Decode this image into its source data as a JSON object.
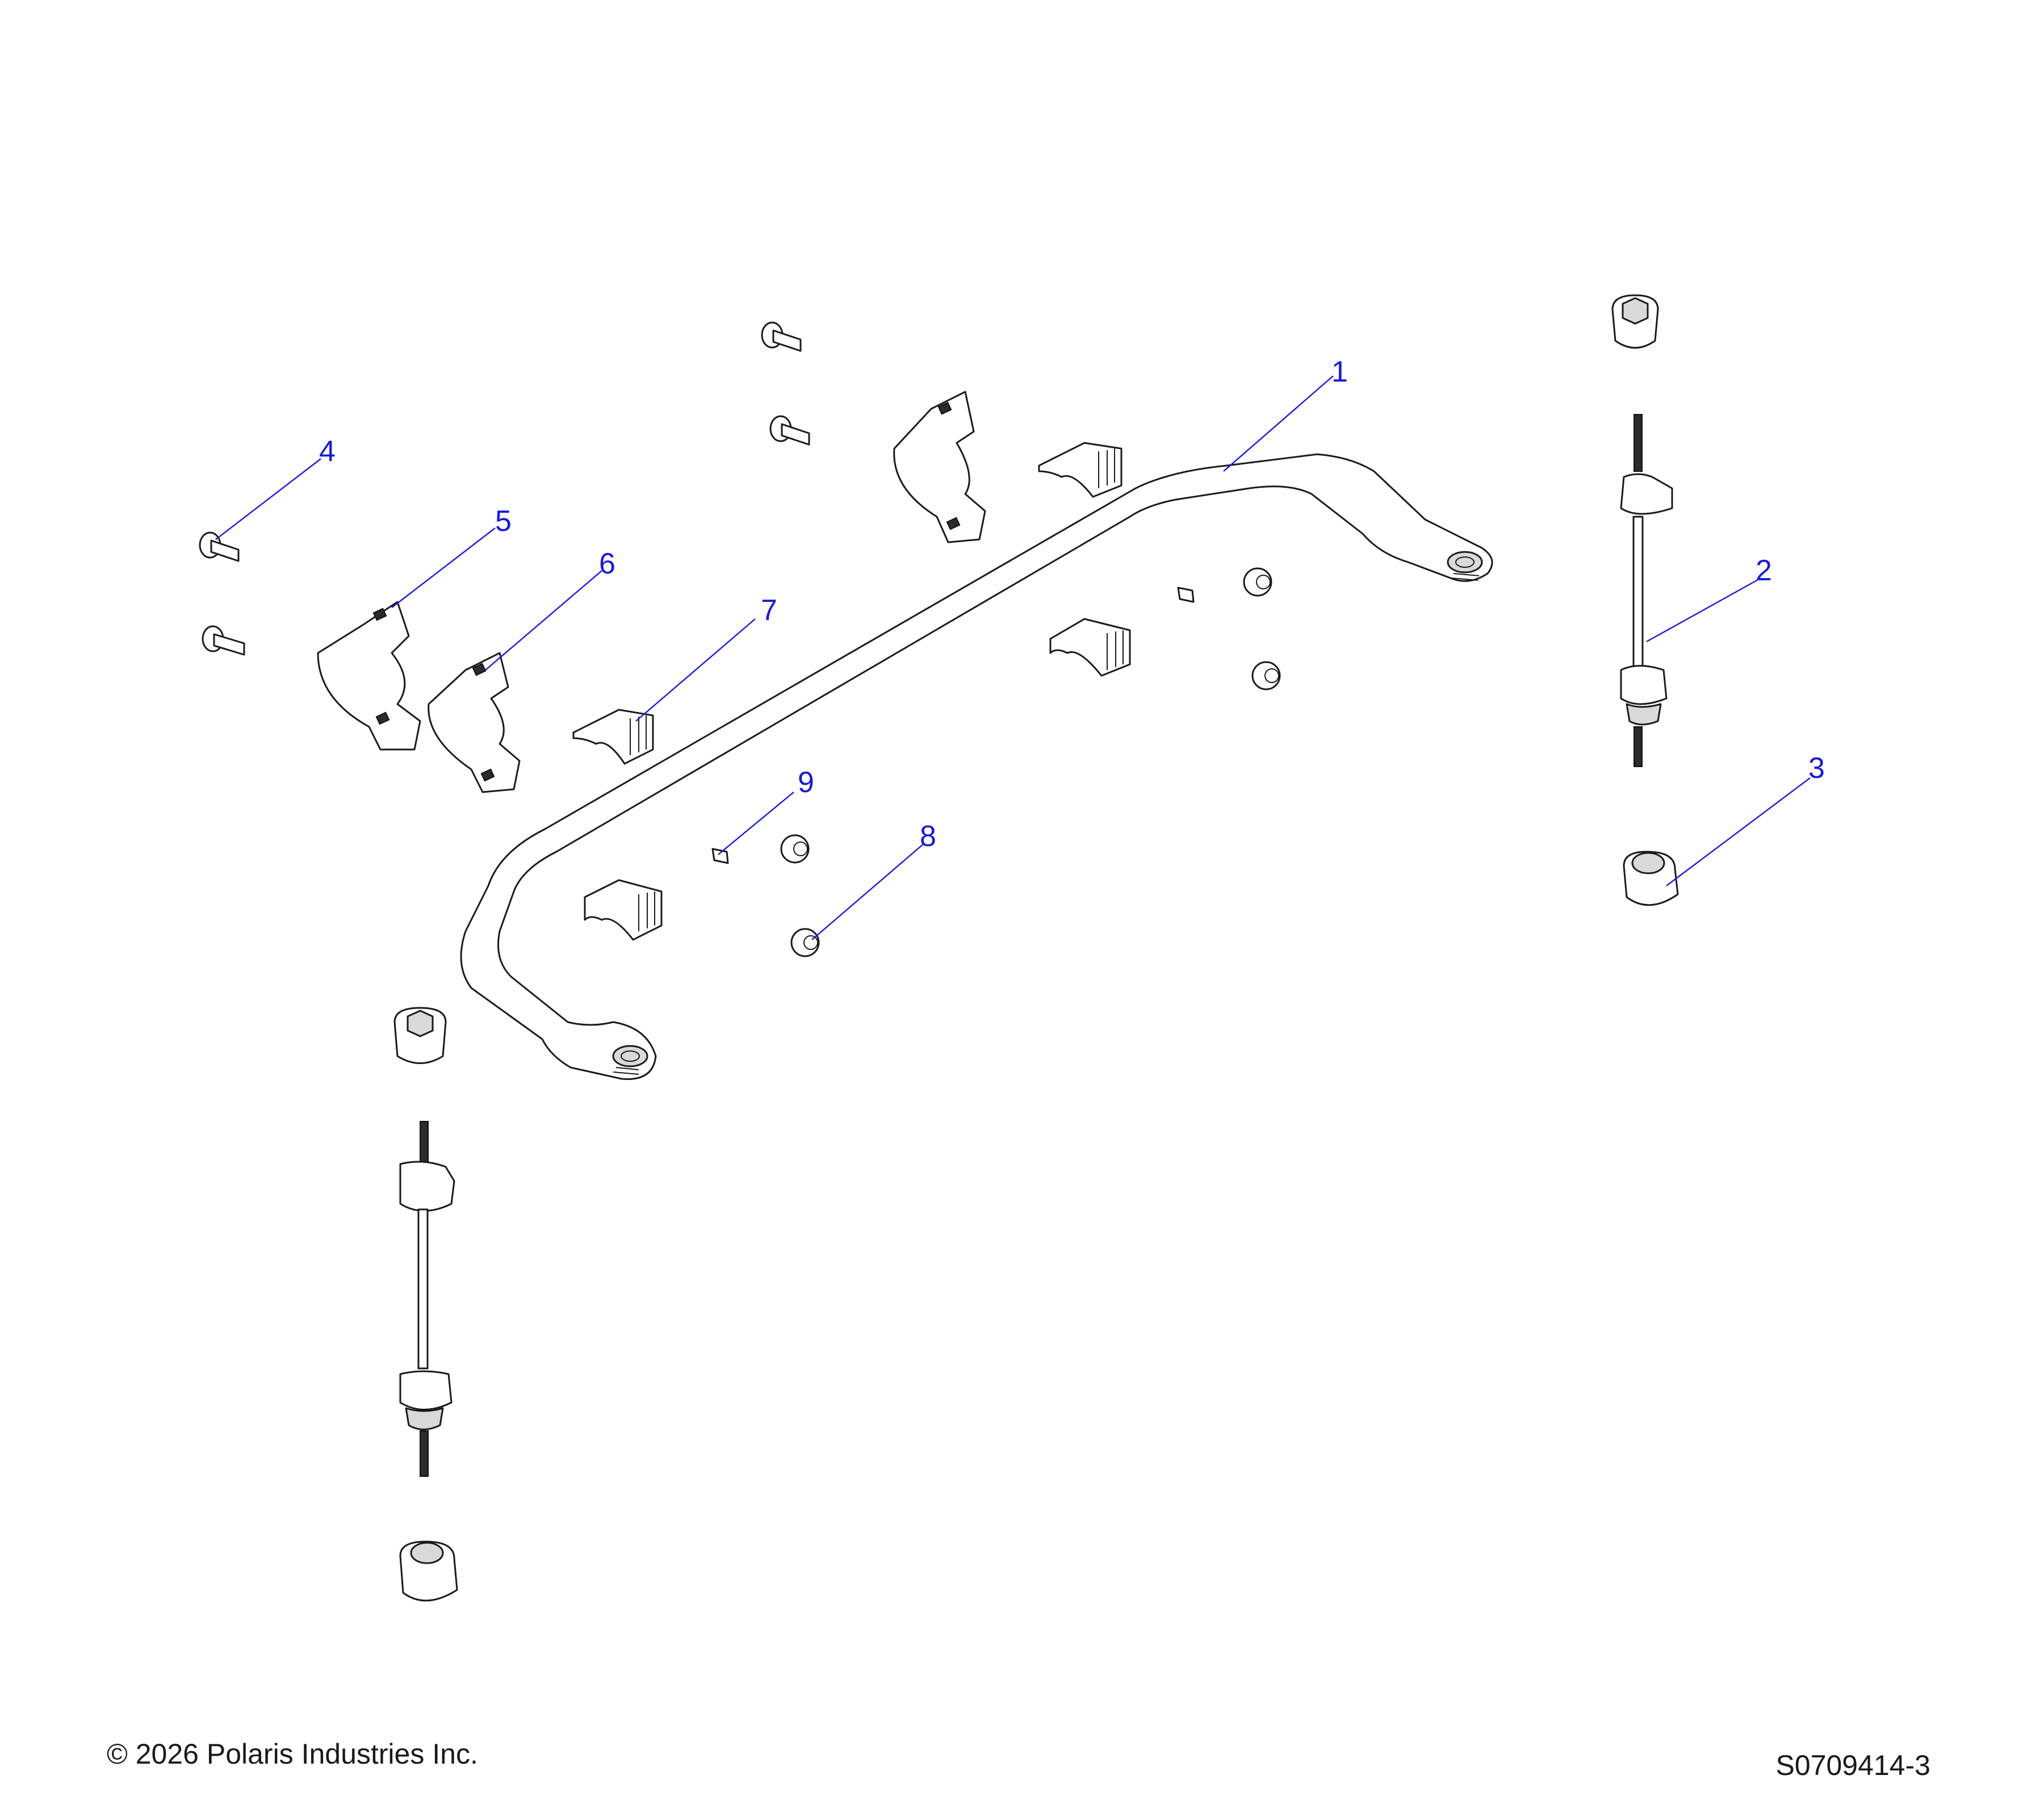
{
  "diagram": {
    "callouts": [
      {
        "id": "1",
        "label": "1"
      },
      {
        "id": "2",
        "label": "2"
      },
      {
        "id": "3",
        "label": "3"
      },
      {
        "id": "4",
        "label": "4"
      },
      {
        "id": "5",
        "label": "5"
      },
      {
        "id": "6",
        "label": "6"
      },
      {
        "id": "7",
        "label": "7"
      },
      {
        "id": "8",
        "label": "8"
      },
      {
        "id": "9",
        "label": "9"
      }
    ],
    "colors": {
      "callout": "#1a1ad6",
      "line_art": "#1a1a1a",
      "background": "#ffffff"
    }
  },
  "footer": {
    "copyright": "© 2026 Polaris Industries Inc.",
    "drawing_number": "S0709414-3"
  }
}
